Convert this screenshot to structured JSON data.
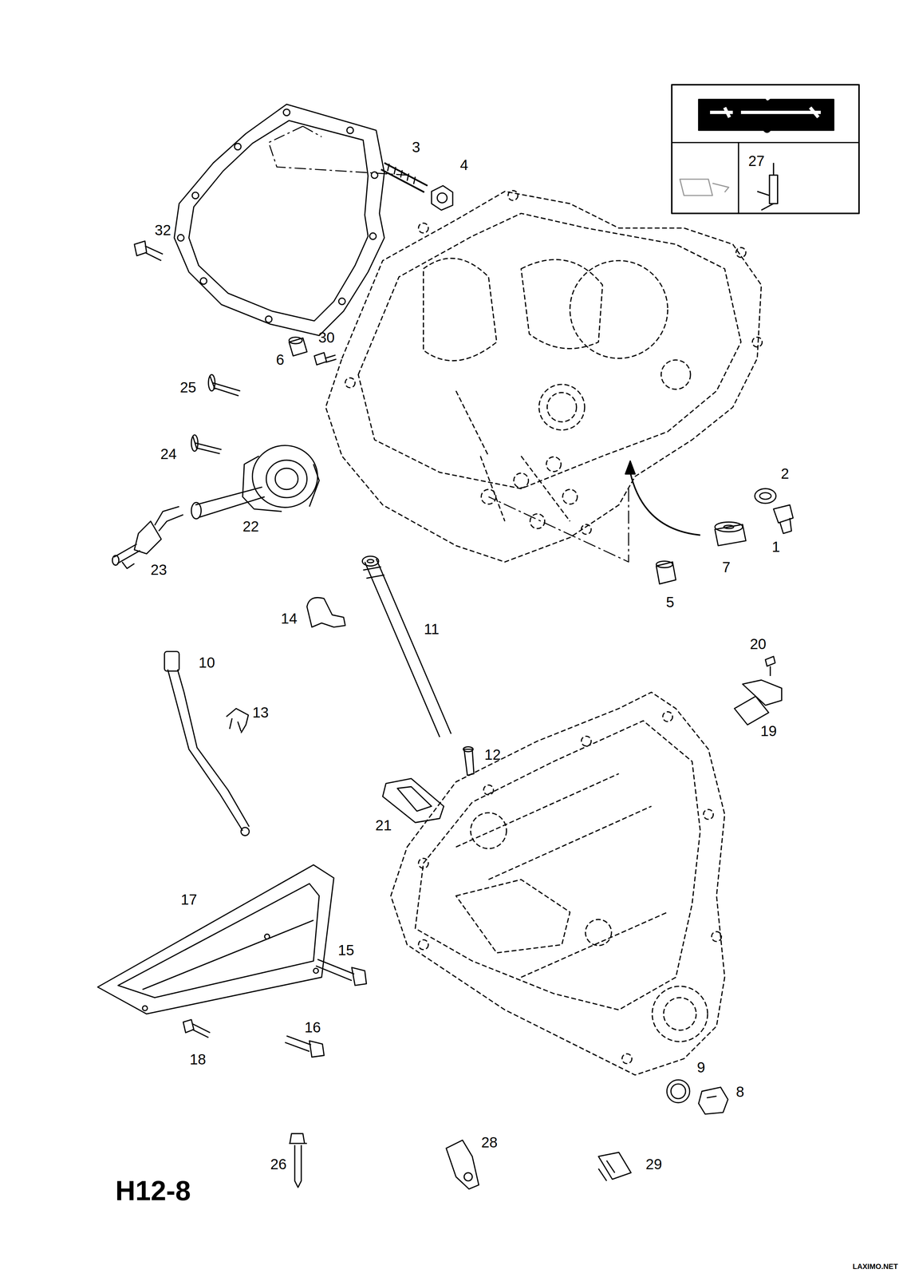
{
  "diagram": {
    "labels": [
      "3",
      "27",
      "4",
      "32",
      "30",
      "6",
      "25",
      "24",
      "2",
      "22",
      "1",
      "7",
      "23",
      "5",
      "14",
      "11",
      "20",
      "10",
      "13",
      "19",
      "12",
      "21",
      "17",
      "15",
      "16",
      "18",
      "9",
      "8",
      "28",
      "26",
      "29",
      "H12-8",
      "LAXIMO.NET"
    ]
  }
}
